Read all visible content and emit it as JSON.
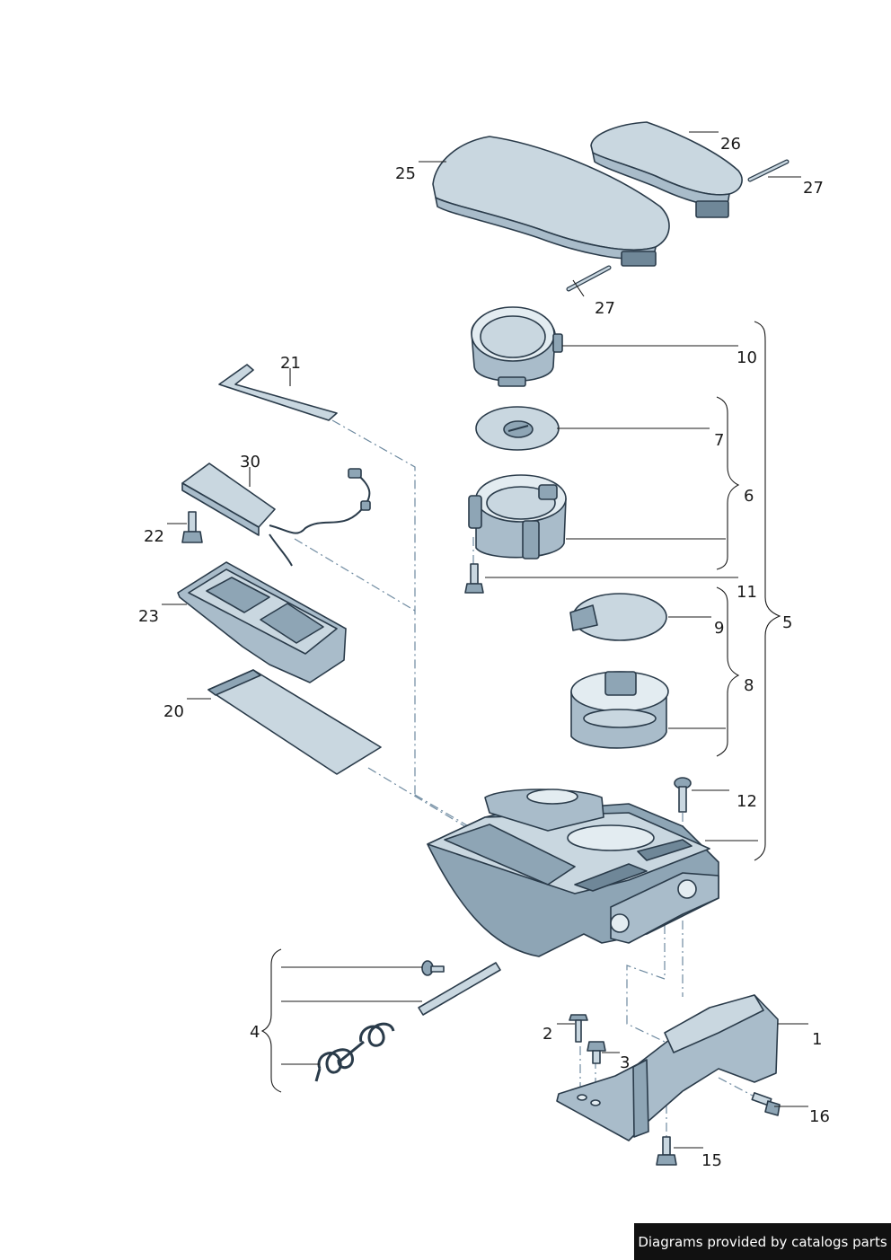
{
  "labels": {
    "p1": "1",
    "p2": "2",
    "p3": "3",
    "p4": "4",
    "p5": "5",
    "p6": "6",
    "p7": "7",
    "p8": "8",
    "p9": "9",
    "p10": "10",
    "p11": "11",
    "p12": "12",
    "p15": "15",
    "p16": "16",
    "p20": "20",
    "p21": "21",
    "p22": "22",
    "p23": "23",
    "p25": "25",
    "p26": "26",
    "p27a": "27",
    "p27b": "27",
    "p30": "30"
  },
  "footer": {
    "text": "Diagrams provided by catalogs parts"
  }
}
